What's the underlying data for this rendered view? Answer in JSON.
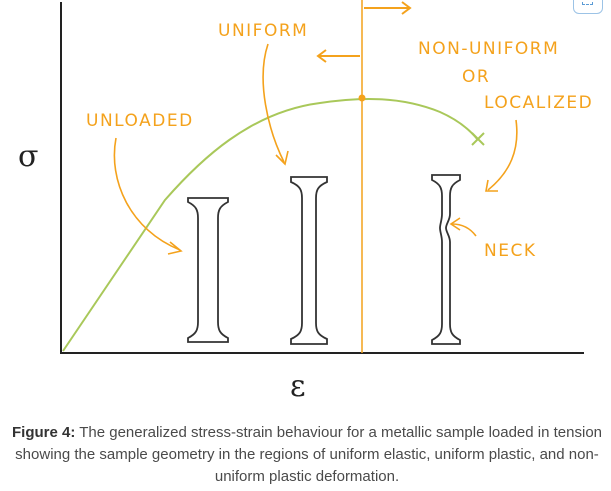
{
  "diagram": {
    "y_axis_label": "σ",
    "x_axis_label": "ε",
    "labels": {
      "unloaded": "UNLOADED",
      "uniform": "UNIFORM",
      "non_uniform_line1": "NON-UNIFORM",
      "non_uniform_or": "OR",
      "non_uniform_line2": "LOCALIZED",
      "neck": "NECK"
    },
    "colors": {
      "curve": "#a9c85a",
      "annotation": "#f4a21c",
      "specimen": "#333333",
      "axis": "#222222"
    }
  },
  "caption": {
    "label": "Figure 4:",
    "text": " The generalized stress-strain behaviour for a metallic sample loaded in tension showing the sample geometry in the regions of uniform elastic, uniform plastic, and non-uniform plastic deformation."
  },
  "corner_icon": "expand-icon"
}
